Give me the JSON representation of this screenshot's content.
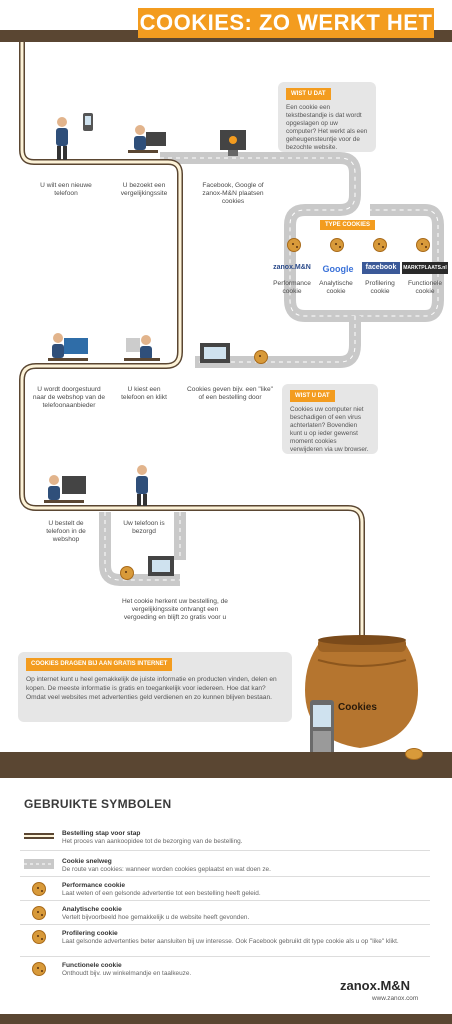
{
  "header": {
    "title": "COOKIES: ZO WERKT HET"
  },
  "steps": {
    "s1": "U wilt een nieuwe telefoon",
    "s2": "U bezoekt een vergelijkingssite",
    "s3": "Facebook, Google of zanox-M&N plaatsen cookies",
    "s4": "U wordt doorgestuurd naar de webshop van de telefoonaanbieder",
    "s5": "U kiest een telefoon en klikt",
    "s6": "Cookies geven bijv. een \"like\" of een bestelling door",
    "s7": "U bestelt de telefoon in de webshop",
    "s8": "Uw telefoon is bezorgd",
    "s9": "Het cookie herkent uw bestelling, de vergelijkingssite ontvangt een vergoeding en blijft zo gratis voor u"
  },
  "info1": {
    "tag": "WIST U DAT",
    "text": "Een cookie een tekstbestandje is dat wordt opgeslagen op uw computer? Het werkt als een geheugensteuntje voor de bezochte website."
  },
  "info2": {
    "tag": "WIST U DAT",
    "text": "Cookies uw computer niet beschadigen of een virus achterlaten? Bovendien kunt u op ieder gewenst moment cookies verwijderen via uw browser."
  },
  "types": {
    "tag": "TYPE COOKIES",
    "items": [
      {
        "brand": "zanox.M&N",
        "label": "Performance cookie"
      },
      {
        "brand": "Google",
        "label": "Analytische cookie"
      },
      {
        "brand": "facebook",
        "label": "Profilering cookie"
      },
      {
        "brand": "MARKTPLAATS.nl",
        "label": "Functionele cookie"
      }
    ]
  },
  "internet": {
    "tag": "COOKIES DRAGEN BIJ AAN GRATIS INTERNET",
    "text": "Op internet kunt u heel gemakkelijk de juiste informatie en producten vinden, delen en kopen. De meeste informatie is gratis en toegankelijk voor iedereen. Hoe dat kan? Omdat veel websites met advertenties geld verdienen en zo kunnen blijven bestaan."
  },
  "jar": {
    "label": "Cookies"
  },
  "legend": {
    "title": "GEBRUIKTE SYMBOLEN",
    "rows": [
      {
        "title": "Bestelling stap voor stap",
        "desc": "Het proces van aankoopidee tot de bezorging van de bestelling."
      },
      {
        "title": "Cookie snelweg",
        "desc": "De route van cookies: wanneer worden cookies geplaatst en wat doen ze."
      },
      {
        "title": "Performance cookie",
        "desc": "Laat weten of een gelsonde advertentie tot een bestelling heeft geleid."
      },
      {
        "title": "Analytische cookie",
        "desc": "Vertelt bijvoorbeeld hoe gemakkelijk u de website heeft gevonden."
      },
      {
        "title": "Profilering cookie",
        "desc": "Laat gelsonde advertenties beter aansluiten bij uw interesse. Ook Facebook gebruikt dit type cookie als u op \"like\" klikt."
      },
      {
        "title": "Functionele cookie",
        "desc": "Onthoudt bijv. uw winkelmandje en taalkeuze."
      }
    ]
  },
  "footer": {
    "logo": "zanox.M&N",
    "url": "www.zanox.com"
  },
  "colors": {
    "orange": "#f39c1f",
    "shelf": "#5a4632",
    "road": "#c9c9c9",
    "path": "#5a4632"
  }
}
